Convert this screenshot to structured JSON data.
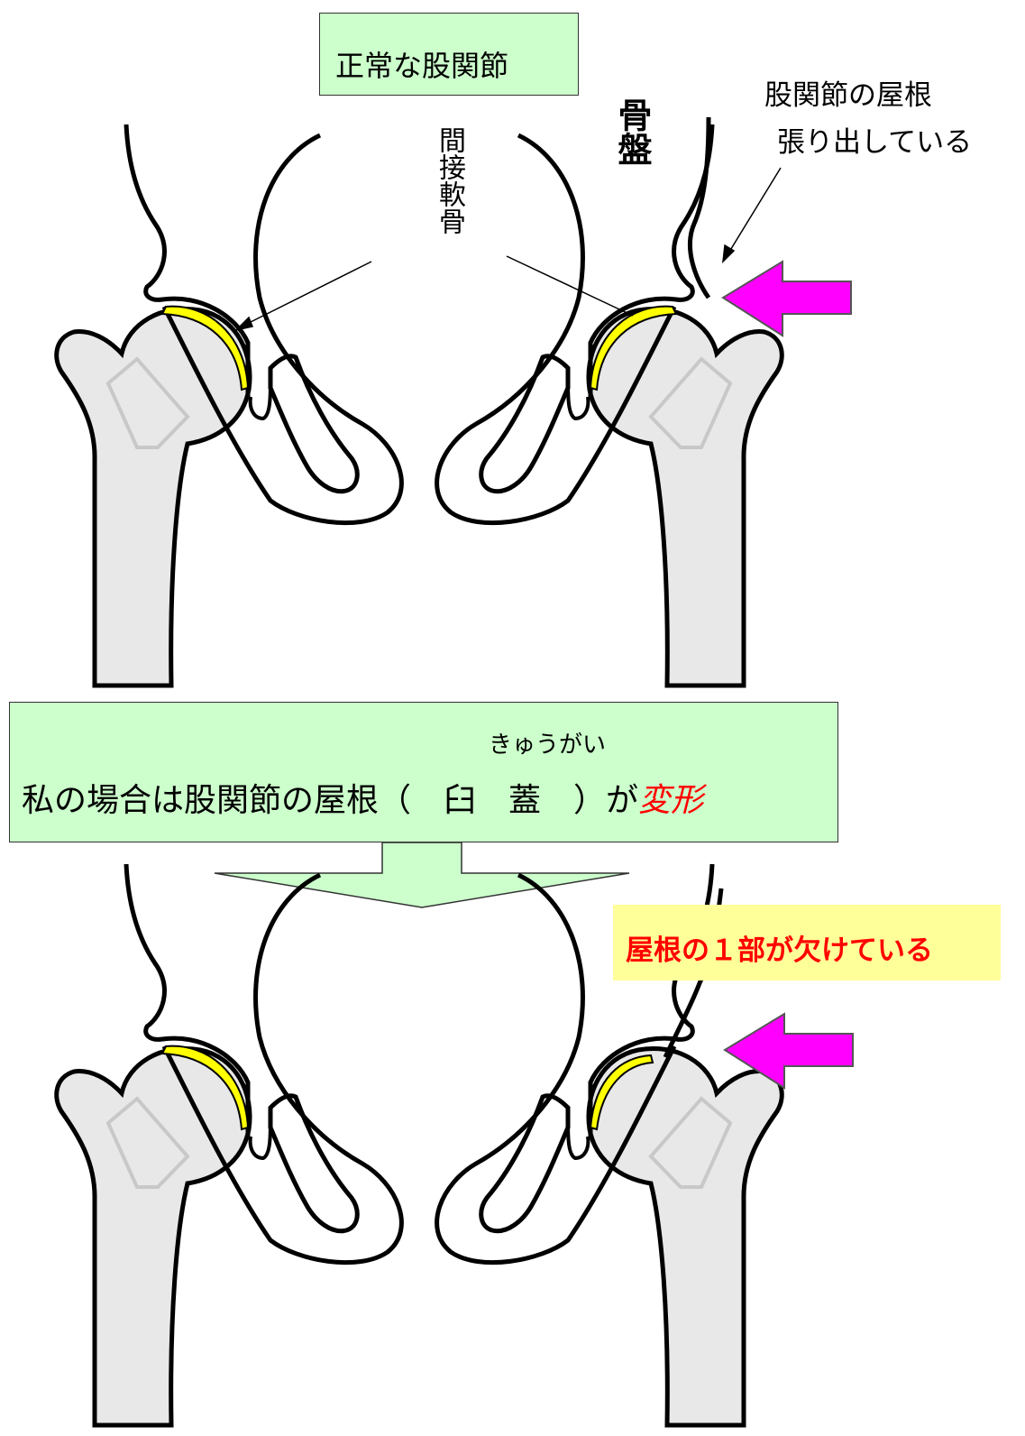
{
  "top_diagram": {
    "title": "正常な股関節",
    "cartilage_label": "間接軟骨",
    "pelvis_label": "骨盤",
    "roof_label_line1": "股関節の屋根",
    "roof_label_line2": "張り出している"
  },
  "banner": {
    "furigana": "きゅうがい",
    "text_before": "私の場合は股関節の屋根（　臼　蓋　）が",
    "text_emphasis": "変形"
  },
  "bottom_diagram": {
    "note": "屋根の１部が欠けている"
  },
  "colors": {
    "label_fill": "#ccffcc",
    "note_fill": "#ffff99",
    "cartilage": "#ffff00",
    "arrow": "#ff00ff",
    "bone_fill": "#e8e8e8",
    "emphasis": "#ff0000"
  }
}
